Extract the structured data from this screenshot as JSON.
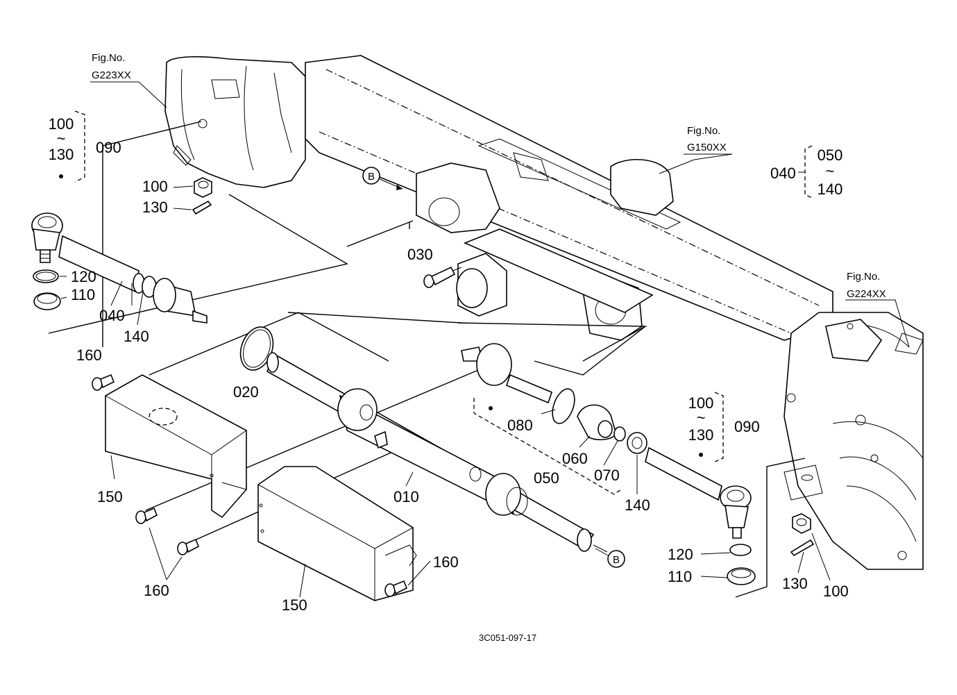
{
  "diagram_code": "3C051-097-17",
  "figure_refs": [
    {
      "id": "g223",
      "line1": "Fig.No.",
      "line2": "G223XX"
    },
    {
      "id": "g150",
      "line1": "Fig.No.",
      "line2": "G150XX"
    },
    {
      "id": "g224",
      "line1": "Fig.No.",
      "line2": "G224XX"
    }
  ],
  "reference_marker": "B",
  "range_symbol": "~",
  "groups": {
    "left_tie_rod_set": {
      "from": "100",
      "to": "130",
      "part": "090"
    },
    "right_tie_rod_set": {
      "from": "100",
      "to": "130",
      "part": "090"
    },
    "tie_rod_assembly": {
      "part": "040",
      "from": "050",
      "to": "140"
    }
  },
  "labels": {
    "p100_left": "100",
    "p130_left": "130",
    "p120_left": "120",
    "p110_left": "110",
    "p040": "040",
    "p140_left": "140",
    "p020": "020",
    "p030": "030",
    "p160_top": "160",
    "p150_left": "150",
    "p160_bottom": "160",
    "p010": "010",
    "p150_mid": "150",
    "p160_mid": "160",
    "p080": "080",
    "p060": "060",
    "p050": "050",
    "p070": "070",
    "p140_right": "140",
    "p120_right": "120",
    "p110_right": "110",
    "p130_right": "130",
    "p100_right": "100"
  }
}
